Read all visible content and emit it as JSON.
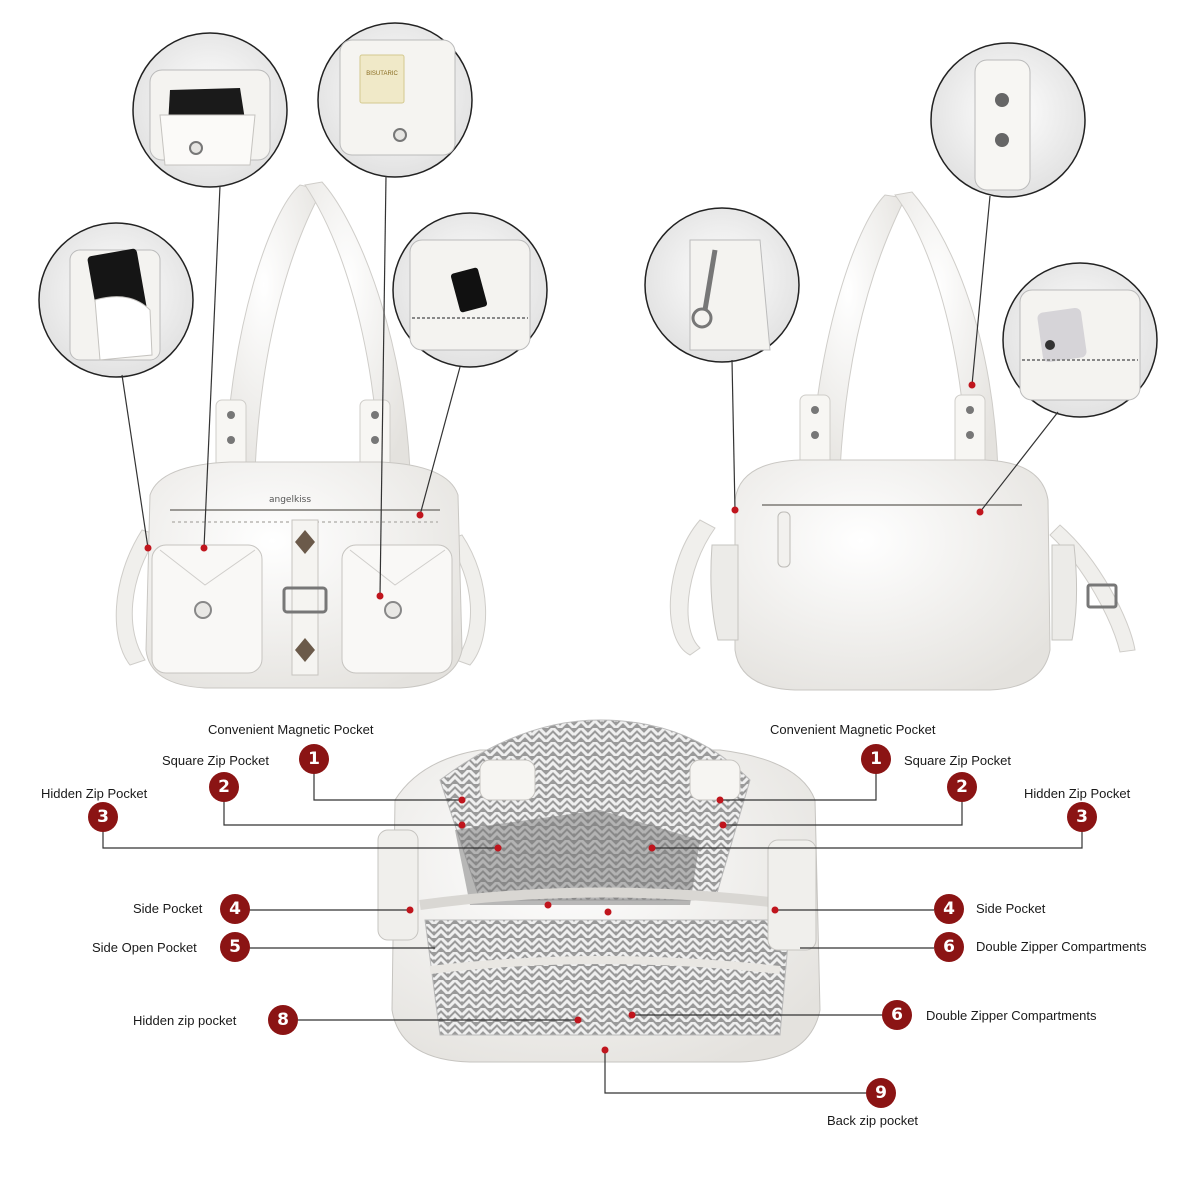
{
  "colors": {
    "badge": "#8b1414",
    "dot": "#c0151d",
    "leather": "#f3f2ef",
    "lining": "#7d7d7d",
    "line": "#333333"
  },
  "brand_mark": "angelkiss",
  "card_text": "BISUTARIC",
  "callouts_left": [
    {
      "number": "1",
      "label": "Convenient Magnetic Pocket"
    },
    {
      "number": "2",
      "label": "Square Zip Pocket"
    },
    {
      "number": "3",
      "label": "Hidden Zip Pocket"
    },
    {
      "number": "4",
      "label": "Side Pocket"
    },
    {
      "number": "5",
      "label": "Side Open Pocket"
    },
    {
      "number": "8",
      "label": "Hidden zip pocket"
    }
  ],
  "callouts_right": [
    {
      "number": "1",
      "label": "Convenient Magnetic Pocket"
    },
    {
      "number": "2",
      "label": "Square Zip Pocket"
    },
    {
      "number": "3",
      "label": "Hidden Zip Pocket"
    },
    {
      "number": "4",
      "label": "Side Pocket"
    },
    {
      "number": "6",
      "label": "Double Zipper Compartments"
    },
    {
      "number": "6",
      "label": "Double Zipper Compartments"
    }
  ],
  "callout_bottom": {
    "number": "9",
    "label": "Back zip pocket"
  }
}
